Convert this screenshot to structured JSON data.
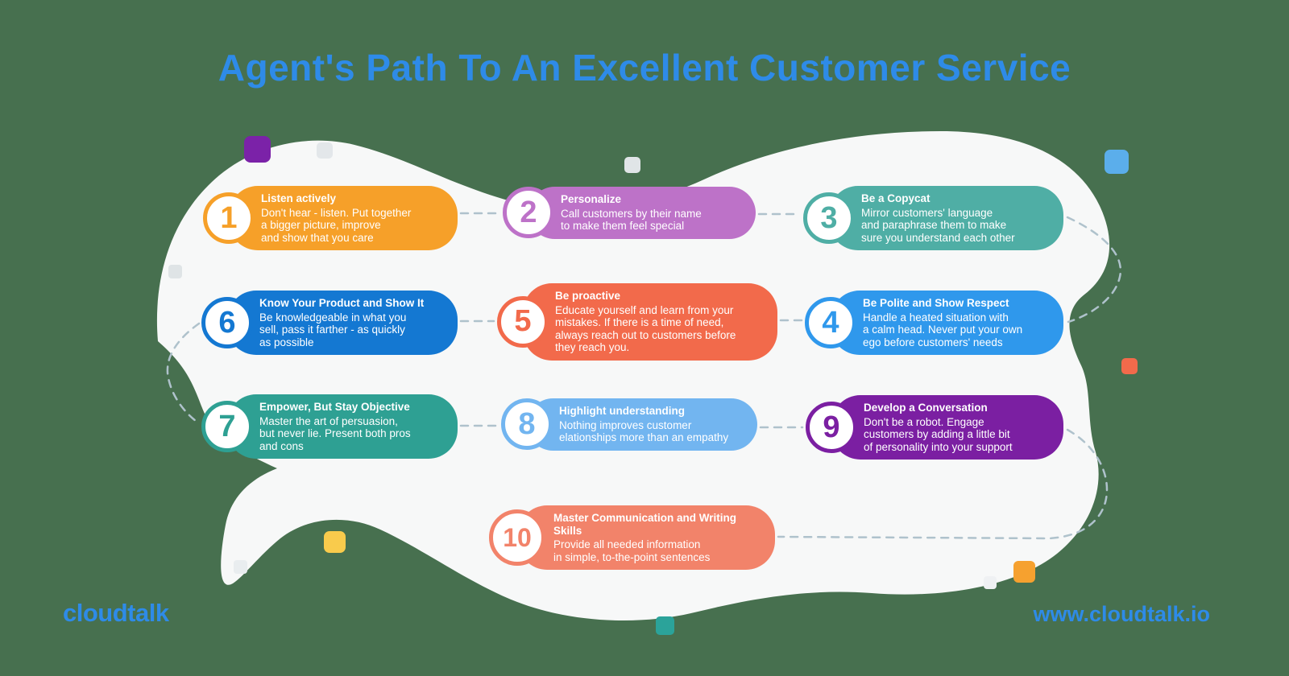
{
  "title": "Agent's Path To An Excellent Customer Service",
  "brand": {
    "logo": "cloudtalk",
    "website": "www.cloudtalk.io"
  },
  "colors": {
    "bg": "#47704F",
    "blob": "#F7F8F8",
    "accent": "#2E8BE8",
    "connector": "#AFC2CC"
  },
  "steps": [
    {
      "number": "1",
      "title": "Listen actively",
      "body": "Don't hear - listen. Put together\na bigger picture, improve\nand show that you care",
      "color": "#F6A029"
    },
    {
      "number": "2",
      "title": "Personalize",
      "body": "Call customers by their name\nto make them feel special",
      "color": "#BD72C8"
    },
    {
      "number": "3",
      "title": "Be a Copycat",
      "body": "Mirror customers' language\nand paraphrase them to make\nsure you understand each other",
      "color": "#4FAEA5"
    },
    {
      "number": "4",
      "title": "Be Polite and Show Respect",
      "body": "Handle a heated situation with\na calm head. Never put your own\nego before customers' needs",
      "color": "#2F98EC"
    },
    {
      "number": "5",
      "title": "Be proactive",
      "body": "Educate yourself and learn from your\nmistakes. If there is a time of need,\nalways reach out to customers before\nthey reach you.",
      "color": "#F26A4B"
    },
    {
      "number": "6",
      "title": "Know Your Product and Show It",
      "body": "Be knowledgeable in what you\nsell, pass it farther - as quickly\nas possible",
      "color": "#1478D2"
    },
    {
      "number": "7",
      "title": "Empower, But Stay Objective",
      "body": "Master the art of persuasion,\nbut never lie. Present both pros\nand cons",
      "color": "#2EA093"
    },
    {
      "number": "8",
      "title": "Highlight understanding",
      "body": "Nothing improves customer\nelationships more than an empathy",
      "color": "#72B5F0"
    },
    {
      "number": "9",
      "title": "Develop a Conversation",
      "body": "Don't be a robot. Engage\ncustomers by adding a little bit\nof personality into your support",
      "color": "#7B1FA2"
    },
    {
      "number": "10",
      "title": "Master Communication and Writing Skills",
      "body": "Provide all needed information\nin simple, to-the-point sentences",
      "color": "#F2836A"
    }
  ],
  "decor_squares": [
    {
      "name": "purple",
      "color": "#7B22A8"
    },
    {
      "name": "light-gray-1",
      "color": "#E3E7EA"
    },
    {
      "name": "light-gray-2",
      "color": "#E0E5E7"
    },
    {
      "name": "blue",
      "color": "#5BAEEB"
    },
    {
      "name": "light-gray-3",
      "color": "#DFE4E6"
    },
    {
      "name": "red-orange",
      "color": "#F26A4B"
    },
    {
      "name": "yellow",
      "color": "#F9CB4C"
    },
    {
      "name": "light-gray-4",
      "color": "#E9EDEF"
    },
    {
      "name": "orange",
      "color": "#F6A12F"
    },
    {
      "name": "light-gray-5",
      "color": "#EFF1F3"
    },
    {
      "name": "teal",
      "color": "#2BA39A"
    }
  ]
}
